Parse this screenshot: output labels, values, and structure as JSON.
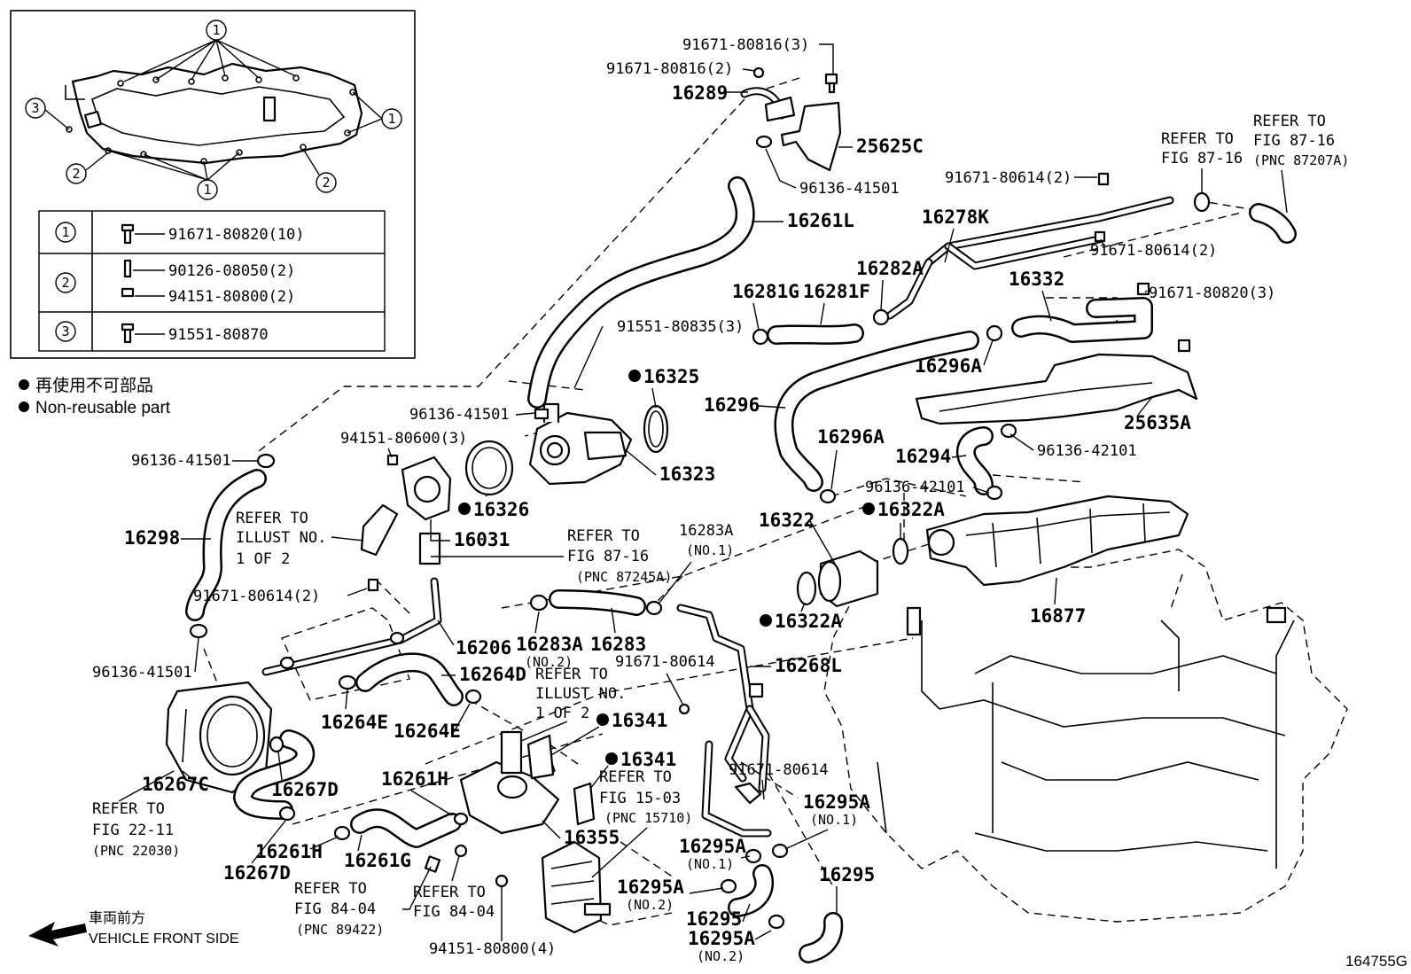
{
  "legend": {
    "rows": [
      {
        "key": "1",
        "parts": [
          "91671-80820(10)"
        ]
      },
      {
        "key": "2",
        "parts": [
          "90126-08050(2)",
          "94151-80800(2)"
        ]
      },
      {
        "key": "3",
        "parts": [
          "91551-80870"
        ]
      }
    ],
    "callouts": [
      "1",
      "1",
      "1",
      "2",
      "2",
      "3"
    ],
    "nonreusable_jp": "再使用不可部品",
    "nonreusable_en": "Non-reusable part"
  },
  "labels": {
    "l91671_80816_3": "91671-80816(3)",
    "l91671_80816_2": "91671-80816(2)",
    "l16289": "16289",
    "l25625C": "25625C",
    "l96136_41501_top": "96136-41501",
    "l16261L": "16261L",
    "l91551_80835": "91551-80835(3)",
    "l16325": "16325",
    "l96136_41501_mid": "96136-41501",
    "l94151_80600": "94151-80600(3)",
    "l16323": "16323",
    "l16326": "16326",
    "l16031": "16031",
    "l96136_41501_left": "96136-41501",
    "l16298": "16298",
    "refer_illust_a": [
      "REFER TO",
      "ILLUST NO.",
      "1 OF 2"
    ],
    "l91671_80614_left": "91671-80614(2)",
    "l96136_41501_bot": "96136-41501",
    "l16206": "16206",
    "l16264D": "16264D",
    "refer_illust_b": [
      "REFER TO",
      "ILLUST NO.",
      "1 OF 2"
    ],
    "l16264E_a": "16264E",
    "l16264E_b": "16264E",
    "l16341_a": "16341",
    "l16341_b": "16341",
    "l16267C": "16267C",
    "l16267D_a": "16267D",
    "refer_22_11": [
      "REFER TO",
      "FIG 22-11",
      "(PNC 22030)"
    ],
    "l16261H_a": "16261H",
    "l16261H_b": "16261H",
    "l16267D_b": "16267D",
    "l16261G": "16261G",
    "refer_15_03": [
      "REFER TO",
      "FIG 15-03",
      "(PNC 15710)"
    ],
    "l16355": "16355",
    "refer_84_04_a": [
      "REFER TO",
      "FIG 84-04",
      "(PNC 89422)"
    ],
    "refer_84_04_b": [
      "REFER TO",
      "FIG 84-04"
    ],
    "l94151_80800": "94151-80800(4)",
    "refer_87_16_a": [
      "REFER TO",
      "FIG 87-16",
      "(PNC 87245A)"
    ],
    "l16283A_no1": [
      "16283A",
      "(NO.1)"
    ],
    "l16283A_no2": [
      "16283A",
      "(NO.2)"
    ],
    "l16283": "16283",
    "l91671_80614_mid": "91671-80614",
    "l16268L": "16268L",
    "l91671_80614_low": "91671-80614",
    "l16295A_no1_r": [
      "16295A",
      "(NO.1)"
    ],
    "l16295A_no1_l": [
      "16295A",
      "(NO.1)"
    ],
    "l16295": "16295",
    "l16295A_no2_a": [
      "16295A",
      "(NO.2)"
    ],
    "l16295_b": "16295",
    "l16295A_no2_b": [
      "16295A",
      "(NO.2)"
    ],
    "refer_87_16_b": [
      "REFER TO",
      "FIG 87-16"
    ],
    "refer_87_16_c": [
      "REFER TO",
      "FIG 87-16",
      "(PNC 87207A)"
    ],
    "l91671_80614_2_top": "91671-80614(2)",
    "l16278K": "16278K",
    "l91671_80614_2_r": "91671-80614(2)",
    "l16282A": "16282A",
    "l16281G": "16281G",
    "l16281F": "16281F",
    "l16332": "16332",
    "l91671_80820_3": "91671-80820(3)",
    "l16296A_a": "16296A",
    "l16296": "16296",
    "l25635A": "25635A",
    "l16296A_b": "16296A",
    "l16294": "16294",
    "l96136_42101_a": "96136-42101",
    "l96136_42101_b": "96136-42101",
    "l16322A_a": "16322A",
    "l16322": "16322",
    "l16322A_b": "16322A",
    "l16877": "16877"
  },
  "footer": {
    "direction_jp": "車両前方",
    "direction_en": "VEHICLE FRONT SIDE",
    "figure_id": "164755G"
  }
}
